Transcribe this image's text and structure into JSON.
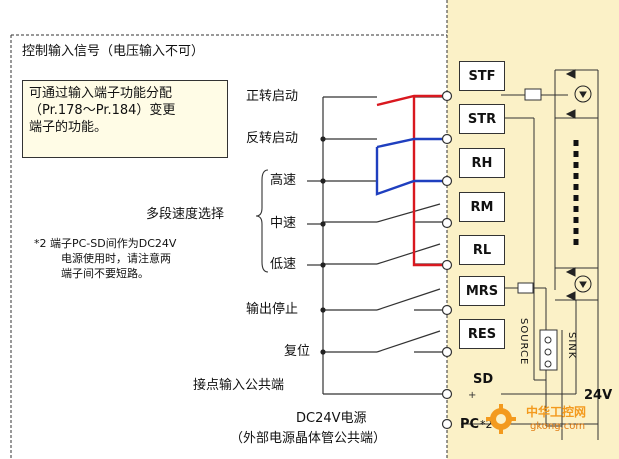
{
  "section_title": "控制输入信号（电压输入不可）",
  "note_box_lines": [
    "可通过输入端子功能分配",
    "（Pr.178～Pr.184）变更",
    "端子的功能。"
  ],
  "note2_lines": [
    "*2  端子PC-SD间作为DC24V",
    "电源使用时，请注意两",
    "端子间不要短路。"
  ],
  "labels": {
    "forward_start": "正转启动",
    "reverse_start": "反转启动",
    "multi_speed_select": "多段速度选择",
    "high": "高速",
    "mid": "中速",
    "low": "低速",
    "output_stop": "输出停止",
    "reset": "复位",
    "contact_common": "接点输入公共端",
    "dc24v_source": "DC24V电源",
    "dc24v_sub": "（外部电源晶体管公共端）"
  },
  "terminals": [
    "STF",
    "STR",
    "RH",
    "RM",
    "RL",
    "MRS",
    "RES"
  ],
  "sd_label": "SD",
  "pc_label": "PC",
  "pc_mark": "*2",
  "v24_label": "24V",
  "source_label": "SOURCE",
  "sink_label": "SINK",
  "watermark": {
    "brand": "中华工控网",
    "url": "gkong.com"
  },
  "colors": {
    "panel": "#fbf1c7",
    "red_wire": "#d9181f",
    "blue_wire": "#1f3fbf",
    "line": "#333333",
    "logo_orange": "#f39a1e"
  }
}
